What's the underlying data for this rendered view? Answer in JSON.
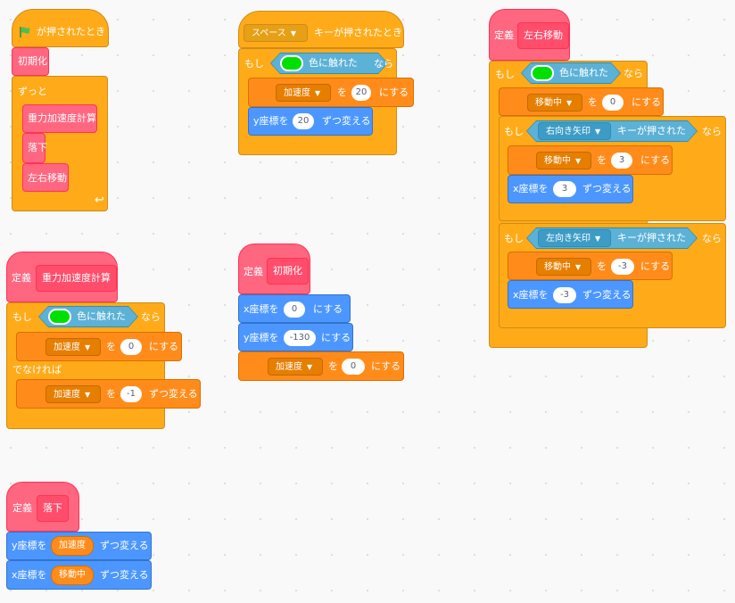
{
  "colors": {
    "events": "#ffab19",
    "control": "#ffab19",
    "my_blocks": "#ff6680",
    "motion": "#4c97ff",
    "variables": "#ff8c1a",
    "sensing": "#5cb1d6",
    "touch_color": "#00e000",
    "flag": "#4cbf56"
  },
  "s1": {
    "hat": "が押されたとき",
    "flag_icon": "green-flag-icon",
    "init": "初期化",
    "forever": "ずっと",
    "gravity": "重力加速度計算",
    "fall": "落下",
    "lr": "左右移動",
    "loop_icon": "loop-arrow-icon"
  },
  "s2": {
    "key": "スペース",
    "hat_suffix": "キーが押されたとき",
    "if": "もし",
    "touch": "色に触れた",
    "then": "なら",
    "accel": "加速度",
    "to": "を",
    "v20": "20",
    "set": "にする",
    "ychg": "y座標を",
    "by20": "20",
    "chg": "ずつ変える"
  },
  "s3": {
    "define": "定義",
    "name": "重力加速度計算",
    "if": "もし",
    "touch": "色に触れた",
    "then": "なら",
    "accel": "加速度",
    "to": "を",
    "v0": "0",
    "set": "にする",
    "else": "でなければ",
    "accel2": "加速度",
    "vm1": "-1",
    "chg": "ずつ変える"
  },
  "s4": {
    "define": "定義",
    "name": "初期化",
    "x": "x座標を",
    "x0": "0",
    "set": "にする",
    "y": "y座標を",
    "y130": "-130",
    "accel": "加速度",
    "to": "を",
    "v0": "0"
  },
  "s5": {
    "define": "定義",
    "name": "落下",
    "y": "y座標を",
    "accel": "加速度",
    "chg": "ずつ変える",
    "x": "x座標を",
    "moving": "移動中"
  },
  "s6": {
    "define": "定義",
    "name": "左右移動",
    "if": "もし",
    "touch": "色に触れた",
    "then": "なら",
    "moving": "移動中",
    "to": "を",
    "v0": "0",
    "set": "にする",
    "right": "右向き矢印",
    "key_pressed": "キーが押された",
    "v3": "3",
    "x": "x座標を",
    "chg": "ずつ変える",
    "left": "左向き矢印",
    "vm3": "-3"
  }
}
